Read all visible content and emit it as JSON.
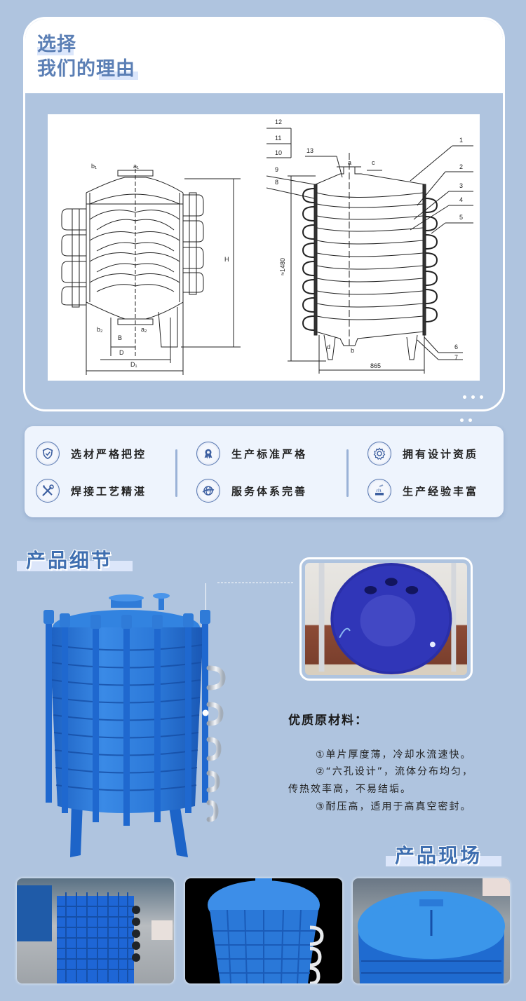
{
  "reasons": {
    "title_line1": "选择",
    "title_line2": "我们的理由",
    "drawing_left": {
      "labels": [
        "b1",
        "a1",
        "b2",
        "a2",
        "B",
        "D",
        "D1",
        "H"
      ]
    },
    "drawing_right": {
      "part_numbers_left": [
        "12",
        "11",
        "10",
        "9",
        "8"
      ],
      "part_numbers_top": [
        "13"
      ],
      "part_numbers_right": [
        "1",
        "2",
        "3",
        "4",
        "5",
        "6",
        "7"
      ],
      "nozzle_labels": [
        "a",
        "c",
        "b",
        "d"
      ],
      "height_dim": "≈1480",
      "width_dim": "865"
    }
  },
  "features": {
    "items": [
      {
        "label": "选材严格把控",
        "icon": "shield-check-icon"
      },
      {
        "label": "焊接工艺精湛",
        "icon": "wrench-screwdriver-icon"
      },
      {
        "label": "生产标准严格",
        "icon": "award-ribbon-icon"
      },
      {
        "label": "服务体系完善",
        "icon": "globe-plane-icon"
      },
      {
        "label": "拥有设计资质",
        "icon": "gear-icon"
      },
      {
        "label": "生产经验丰富",
        "icon": "factory-icon"
      }
    ]
  },
  "detail": {
    "section_title": "产品细节",
    "spec_title": "优质原材料：",
    "spec_lines": [
      "①单片厚度薄，冷却水流速快。",
      "②“六孔设计”，流体分布均匀，",
      "传热效率高，不易结垢。",
      "③耐压高，适用于高真空密封。"
    ]
  },
  "scene": {
    "section_title": "产品现场",
    "photos": [
      "factory-photo-1",
      "render-photo-2",
      "factory-photo-3"
    ]
  },
  "colors": {
    "background": "#afc4df",
    "title_blue": "#5b7fb5",
    "section_blue": "#3f6fb0",
    "product_blue": "#2f7bd8",
    "panel": "#eef4fd"
  }
}
